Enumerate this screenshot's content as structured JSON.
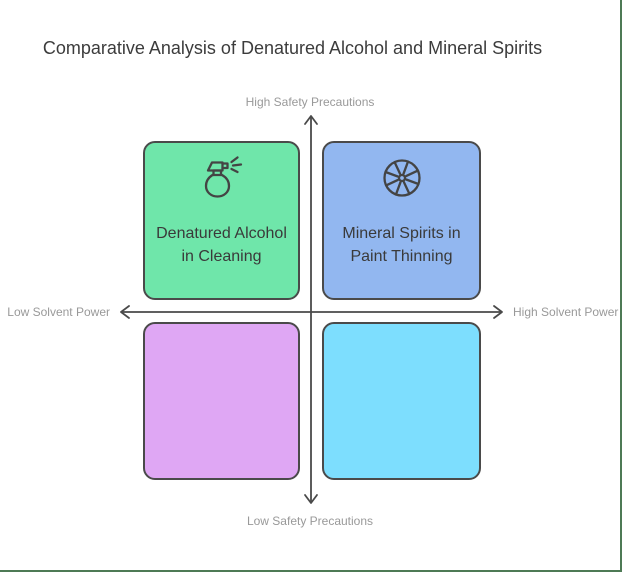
{
  "title": "Comparative Analysis of Denatured Alcohol and Mineral Spirits",
  "axes": {
    "top": "High Safety Precautions",
    "bottom": "Low Safety Precautions",
    "left": "Low Solvent Power",
    "right": "High Solvent Power"
  },
  "quadrants": [
    {
      "position": "top-left",
      "label": "Denatured Alcohol in Cleaning",
      "label_lines": [
        "Denatured Alcohol",
        "in Cleaning"
      ],
      "icon": "spray-bottle-icon",
      "color": "#6FE6AA"
    },
    {
      "position": "top-right",
      "label": "Mineral Spirits in Paint Thinning",
      "label_lines": [
        "Mineral Spirits in",
        "Paint Thinning"
      ],
      "icon": "wheel-icon",
      "color": "#92B7F0"
    },
    {
      "position": "bottom-left",
      "label": "",
      "icon": null,
      "color": "#DFA7F4"
    },
    {
      "position": "bottom-right",
      "label": "",
      "icon": null,
      "color": "#7DDEFE"
    }
  ],
  "colors": {
    "background": "#FFFFFF",
    "box_border": "#4A4A4A",
    "axis_line": "#4A4A4A",
    "axis_label_text": "#999999",
    "title_text": "#3C3C3C",
    "quadrant_label_text": "#3A3A3A",
    "frame_border": "#4E7A55"
  }
}
